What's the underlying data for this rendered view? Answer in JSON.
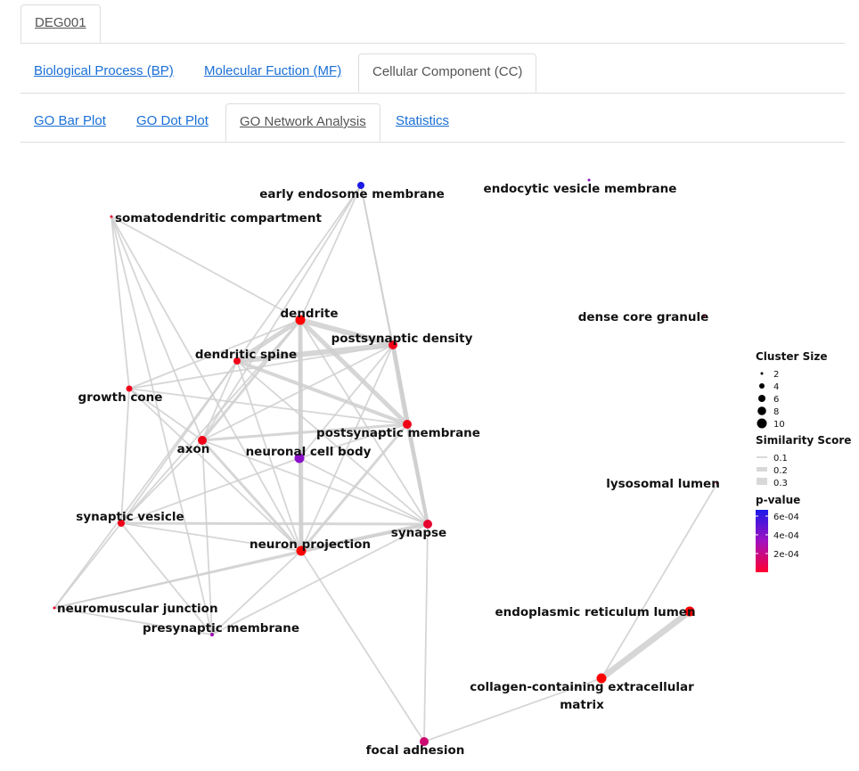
{
  "tabs_level1": [
    {
      "label": "DEG001",
      "active": true
    }
  ],
  "tabs_level2": [
    {
      "label": "Biological Process (BP)",
      "active": false
    },
    {
      "label": "Molecular Fuction (MF)",
      "active": false
    },
    {
      "label": "Cellular Component (CC)",
      "active": true
    }
  ],
  "tabs_level3": [
    {
      "label": "GO Bar Plot",
      "active": false
    },
    {
      "label": "GO Dot Plot",
      "active": false
    },
    {
      "label": "GO Network Analysis",
      "active": true
    },
    {
      "label": "Statistics",
      "active": false
    }
  ],
  "network": {
    "nodes": [
      {
        "id": "early_endosome_membrane",
        "label": "early endosome membrane",
        "color": "#1a1ae8"
      },
      {
        "id": "endocytic_vesicle_membrane",
        "label": "endocytic vesicle membrane",
        "color": "#8a0fb8"
      },
      {
        "id": "somatodendritic_compartment",
        "label": "somatodendritic compartment",
        "color": "#e8002a"
      },
      {
        "id": "dendrite",
        "label": "dendrite",
        "color": "#ff0000"
      },
      {
        "id": "dense_core_granule",
        "label": "dense core granule",
        "color": "#cc0060"
      },
      {
        "id": "postsynaptic_density",
        "label": "postsynaptic density",
        "color": "#f2001a"
      },
      {
        "id": "dendritic_spine",
        "label": "dendritic spine",
        "color": "#f00018"
      },
      {
        "id": "growth_cone",
        "label": "growth cone",
        "color": "#f2001a"
      },
      {
        "id": "postsynaptic_membrane",
        "label": "postsynaptic membrane",
        "color": "#f20016"
      },
      {
        "id": "axon",
        "label": "axon",
        "color": "#f00016"
      },
      {
        "id": "neuronal_cell_body",
        "label": "neuronal cell body",
        "color": "#8a10c8"
      },
      {
        "id": "lysosomal_lumen",
        "label": "lysosomal lumen",
        "color": "#d8003a"
      },
      {
        "id": "synaptic_vesicle",
        "label": "synaptic vesicle",
        "color": "#f00018"
      },
      {
        "id": "synapse",
        "label": "synapse",
        "color": "#e60030"
      },
      {
        "id": "neuron_projection",
        "label": "neuron projection",
        "color": "#ff0000"
      },
      {
        "id": "endoplasmic_reticulum_lumen",
        "label": "endoplasmic reticulum lumen",
        "color": "#ff0000"
      },
      {
        "id": "neuromuscular_junction",
        "label": "neuromuscular junction",
        "color": "#e8002a"
      },
      {
        "id": "presynaptic_membrane",
        "label": "presynaptic membrane",
        "color": "#9a10b0"
      },
      {
        "id": "collagen_matrix",
        "label_lines": [
          "collagen-containing extracellular",
          "matrix"
        ],
        "color": "#ff0000"
      },
      {
        "id": "focal_adhesion",
        "label": "focal adhesion",
        "color": "#cc0a70"
      }
    ],
    "edges": [
      [
        "dendrite",
        "postsynaptic_density"
      ],
      [
        "dendrite",
        "dendritic_spine"
      ],
      [
        "dendrite",
        "postsynaptic_membrane"
      ],
      [
        "dendrite",
        "neuron_projection"
      ],
      [
        "dendrite",
        "axon"
      ],
      [
        "dendrite",
        "synapse"
      ],
      [
        "dendrite",
        "neuronal_cell_body"
      ],
      [
        "dendrite",
        "growth_cone"
      ],
      [
        "dendrite",
        "synaptic_vesicle"
      ],
      [
        "dendrite",
        "early_endosome_membrane"
      ],
      [
        "dendrite",
        "somatodendritic_compartment"
      ],
      [
        "postsynaptic_density",
        "postsynaptic_membrane"
      ],
      [
        "postsynaptic_density",
        "dendritic_spine"
      ],
      [
        "postsynaptic_density",
        "synapse"
      ],
      [
        "postsynaptic_density",
        "neuron_projection"
      ],
      [
        "postsynaptic_density",
        "axon"
      ],
      [
        "postsynaptic_density",
        "growth_cone"
      ],
      [
        "postsynaptic_density",
        "neuronal_cell_body"
      ],
      [
        "dendritic_spine",
        "postsynaptic_membrane"
      ],
      [
        "dendritic_spine",
        "axon"
      ],
      [
        "dendritic_spine",
        "neuron_projection"
      ],
      [
        "dendritic_spine",
        "synapse"
      ],
      [
        "dendritic_spine",
        "synaptic_vesicle"
      ],
      [
        "dendritic_spine",
        "neuromuscular_junction"
      ],
      [
        "postsynaptic_membrane",
        "synapse"
      ],
      [
        "postsynaptic_membrane",
        "neuron_projection"
      ],
      [
        "postsynaptic_membrane",
        "axon"
      ],
      [
        "postsynaptic_membrane",
        "neuronal_cell_body"
      ],
      [
        "postsynaptic_membrane",
        "growth_cone"
      ],
      [
        "axon",
        "neuron_projection"
      ],
      [
        "axon",
        "synapse"
      ],
      [
        "axon",
        "synaptic_vesicle"
      ],
      [
        "axon",
        "growth_cone"
      ],
      [
        "axon",
        "presynaptic_membrane"
      ],
      [
        "axon",
        "early_endosome_membrane"
      ],
      [
        "neuron_projection",
        "synapse"
      ],
      [
        "neuron_projection",
        "synaptic_vesicle"
      ],
      [
        "neuron_projection",
        "presynaptic_membrane"
      ],
      [
        "neuron_projection",
        "growth_cone"
      ],
      [
        "neuron_projection",
        "focal_adhesion"
      ],
      [
        "synapse",
        "synaptic_vesicle"
      ],
      [
        "synapse",
        "neuromuscular_junction"
      ],
      [
        "synapse",
        "presynaptic_membrane"
      ],
      [
        "synapse",
        "focal_adhesion"
      ],
      [
        "synaptic_vesicle",
        "presynaptic_membrane"
      ],
      [
        "synaptic_vesicle",
        "neuromuscular_junction"
      ],
      [
        "synaptic_vesicle",
        "growth_cone"
      ],
      [
        "neuromuscular_junction",
        "presynaptic_membrane"
      ],
      [
        "neuromuscular_junction",
        "neuron_projection"
      ],
      [
        "presynaptic_membrane",
        "somatodendritic_compartment"
      ],
      [
        "somatodendritic_compartment",
        "growth_cone"
      ],
      [
        "somatodendritic_compartment",
        "neuron_projection"
      ],
      [
        "somatodendritic_compartment",
        "axon"
      ],
      [
        "early_endosome_membrane",
        "postsynaptic_density"
      ],
      [
        "early_endosome_membrane",
        "synapse"
      ],
      [
        "early_endosome_membrane",
        "dendritic_spine"
      ],
      [
        "neuronal_cell_body",
        "synapse"
      ],
      [
        "neuronal_cell_body",
        "neuron_projection"
      ],
      [
        "neuronal_cell_body",
        "synaptic_vesicle"
      ],
      [
        "collagen_matrix",
        "endoplasmic_reticulum_lumen"
      ],
      [
        "collagen_matrix",
        "lysosomal_lumen"
      ],
      [
        "collagen_matrix",
        "focal_adhesion"
      ]
    ]
  },
  "legend": {
    "cluster_size": {
      "title": "Cluster Size",
      "values": [
        "2",
        "4",
        "6",
        "8",
        "10"
      ]
    },
    "similarity": {
      "title": "Similarity Score",
      "values": [
        "0.1",
        "0.2",
        "0.3"
      ]
    },
    "pvalue": {
      "title": "p-value",
      "values": [
        "6e-04",
        "4e-04",
        "2e-04"
      ],
      "colors": [
        "#1a1ae8",
        "#ff0030"
      ]
    }
  }
}
